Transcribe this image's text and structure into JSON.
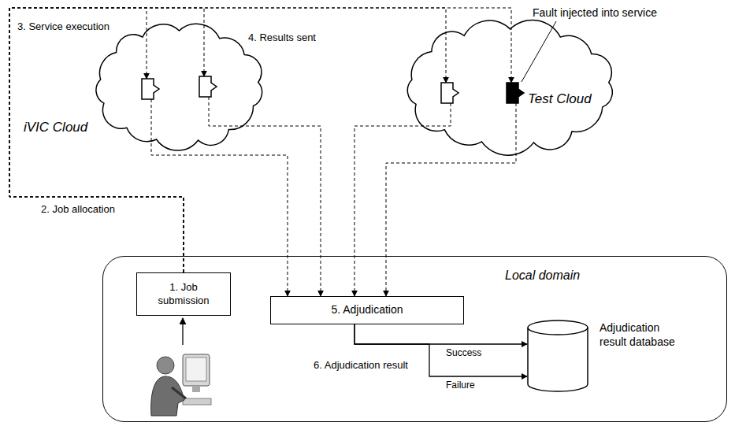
{
  "diagram": {
    "nodes": [
      {
        "text": [
          "iVIC Cloud"
        ]
      },
      {
        "text": [
          "Test Cloud"
        ]
      },
      {
        "text": [
          "Local domain"
        ]
      },
      {
        "text": [
          "1. Job submission"
        ],
        "in": 2
      },
      {
        "text": [
          "5. Adjudication"
        ],
        "in": 2
      },
      {
        "text": [
          "Adjudication result database"
        ],
        "in": 2
      }
    ],
    "edges": [
      {
        "from": 3,
        "to": 0,
        "arrow": "to"
      },
      {
        "from": 3,
        "to": 0,
        "arrow": "to"
      },
      {
        "from": 3,
        "to": 1,
        "arrow": "to"
      },
      {
        "from": 3,
        "to": 1,
        "arrow": "to"
      },
      {
        "from": 0,
        "to": 4,
        "arrow": "to"
      },
      {
        "from": 0,
        "to": 4,
        "arrow": "to"
      },
      {
        "from": 1,
        "to": 4,
        "arrow": "to"
      },
      {
        "from": 1,
        "to": 4,
        "arrow": "to"
      },
      {
        "from": 4,
        "to": 5,
        "label": "Success",
        "arrow": "to"
      },
      {
        "from": 4,
        "to": 5,
        "label": "Failure",
        "arrow": "to"
      }
    ],
    "labels": [
      "3. Service execution",
      "4. Results sent",
      "Fault injected into service",
      "2. Job allocation",
      "6. Adjudication result"
    ]
  }
}
